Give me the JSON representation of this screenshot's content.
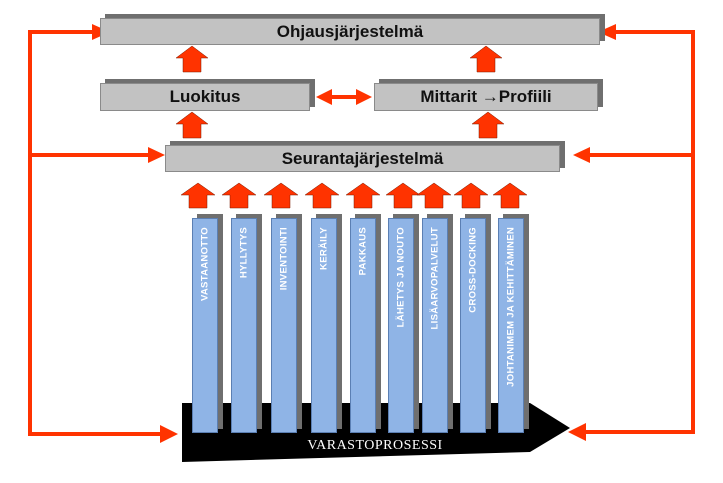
{
  "control_system": "Ohjausjärjestelmä",
  "classification": "Luokitus",
  "metrics_profile": "Mittarit →Profiili",
  "monitoring_system": "Seurantajärjestelmä",
  "process": "VARASTOPROSESSI",
  "pillars": [
    "VASTAANOTTO",
    "HYLLYTYS",
    "INVENTOINTI",
    "KERÄILY",
    "PAKKAUS",
    "LÄHETYS JA NOUTO",
    "LISÄARVOPALVELUT",
    "CROSS-DOCKING",
    "JOHTANIMEM JA KEHITTÄMINEN"
  ],
  "colors": {
    "arrow": "#ff3300",
    "box": "#c2c2c2",
    "pillar": "#8fb4e6",
    "process": "#000000"
  }
}
